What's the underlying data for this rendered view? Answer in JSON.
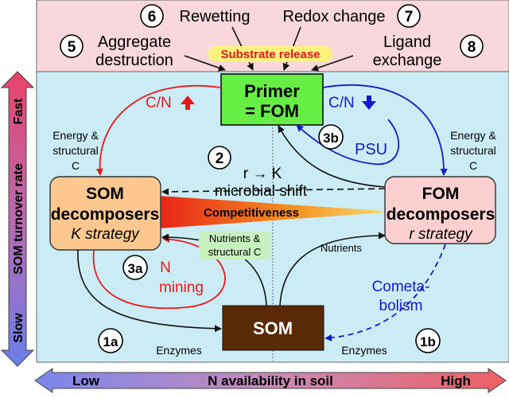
{
  "top_panel": {
    "items": [
      {
        "number": "5",
        "label_line1": "Aggregate",
        "label_line2": "destruction"
      },
      {
        "number": "6",
        "label": "Rewetting"
      },
      {
        "number": "7",
        "label": "Redox change"
      },
      {
        "number": "8",
        "label_line1": "Ligand",
        "label_line2": "exchange"
      }
    ],
    "substrate_release": "Substrate release"
  },
  "primer": {
    "line1": "Primer",
    "line2": "= FOM"
  },
  "som_decomposers": {
    "line1": "SOM",
    "line2": "decomposers",
    "line3": "K strategy"
  },
  "fom_decomposers": {
    "line1": "FOM",
    "line2": "decomposers",
    "line3": "r strategy"
  },
  "som": {
    "label": "SOM"
  },
  "competitiveness": "Competitiveness",
  "shift": {
    "number": "2",
    "line1": "r → K",
    "line2": "microbial shift"
  },
  "cn_up": "C/N",
  "cn_down": "C/N",
  "psu": {
    "number": "3b",
    "label": "PSU"
  },
  "n_mining": {
    "number": "3a",
    "line1": "N",
    "line2": "mining"
  },
  "energy_left": {
    "line1": "Energy &",
    "line2": "structural",
    "line3": "C"
  },
  "energy_right": {
    "line1": "Energy &",
    "line2": "structural",
    "line3": "C"
  },
  "nutrients_structural": {
    "line1": "Nutrients &",
    "line2": "structural C"
  },
  "nutrients": "Nutrients",
  "cometabolism": {
    "line1": "Cometa-",
    "line2": "bolism"
  },
  "enzymes_left": {
    "number": "1a",
    "label": "Enzymes"
  },
  "enzymes_right": {
    "number": "1b",
    "label": "Enzymes"
  },
  "y_axis": {
    "label": "SOM turnover rate",
    "fast": "Fast",
    "slow": "Slow"
  },
  "x_axis": {
    "label": "N availability in soil",
    "low": "Low",
    "high": "High"
  },
  "colors": {
    "top_panel_bg": "#f8d8dc",
    "main_panel_bg": "#ccecf5",
    "primer_fill": "#66ee44",
    "som_decomposer_fill": "#fcc890",
    "fom_decomposer_fill": "#fcd0d0",
    "som_fill": "#5a2a06",
    "red_arrow": "#e8191c",
    "blue_arrow": "#1818cc"
  }
}
